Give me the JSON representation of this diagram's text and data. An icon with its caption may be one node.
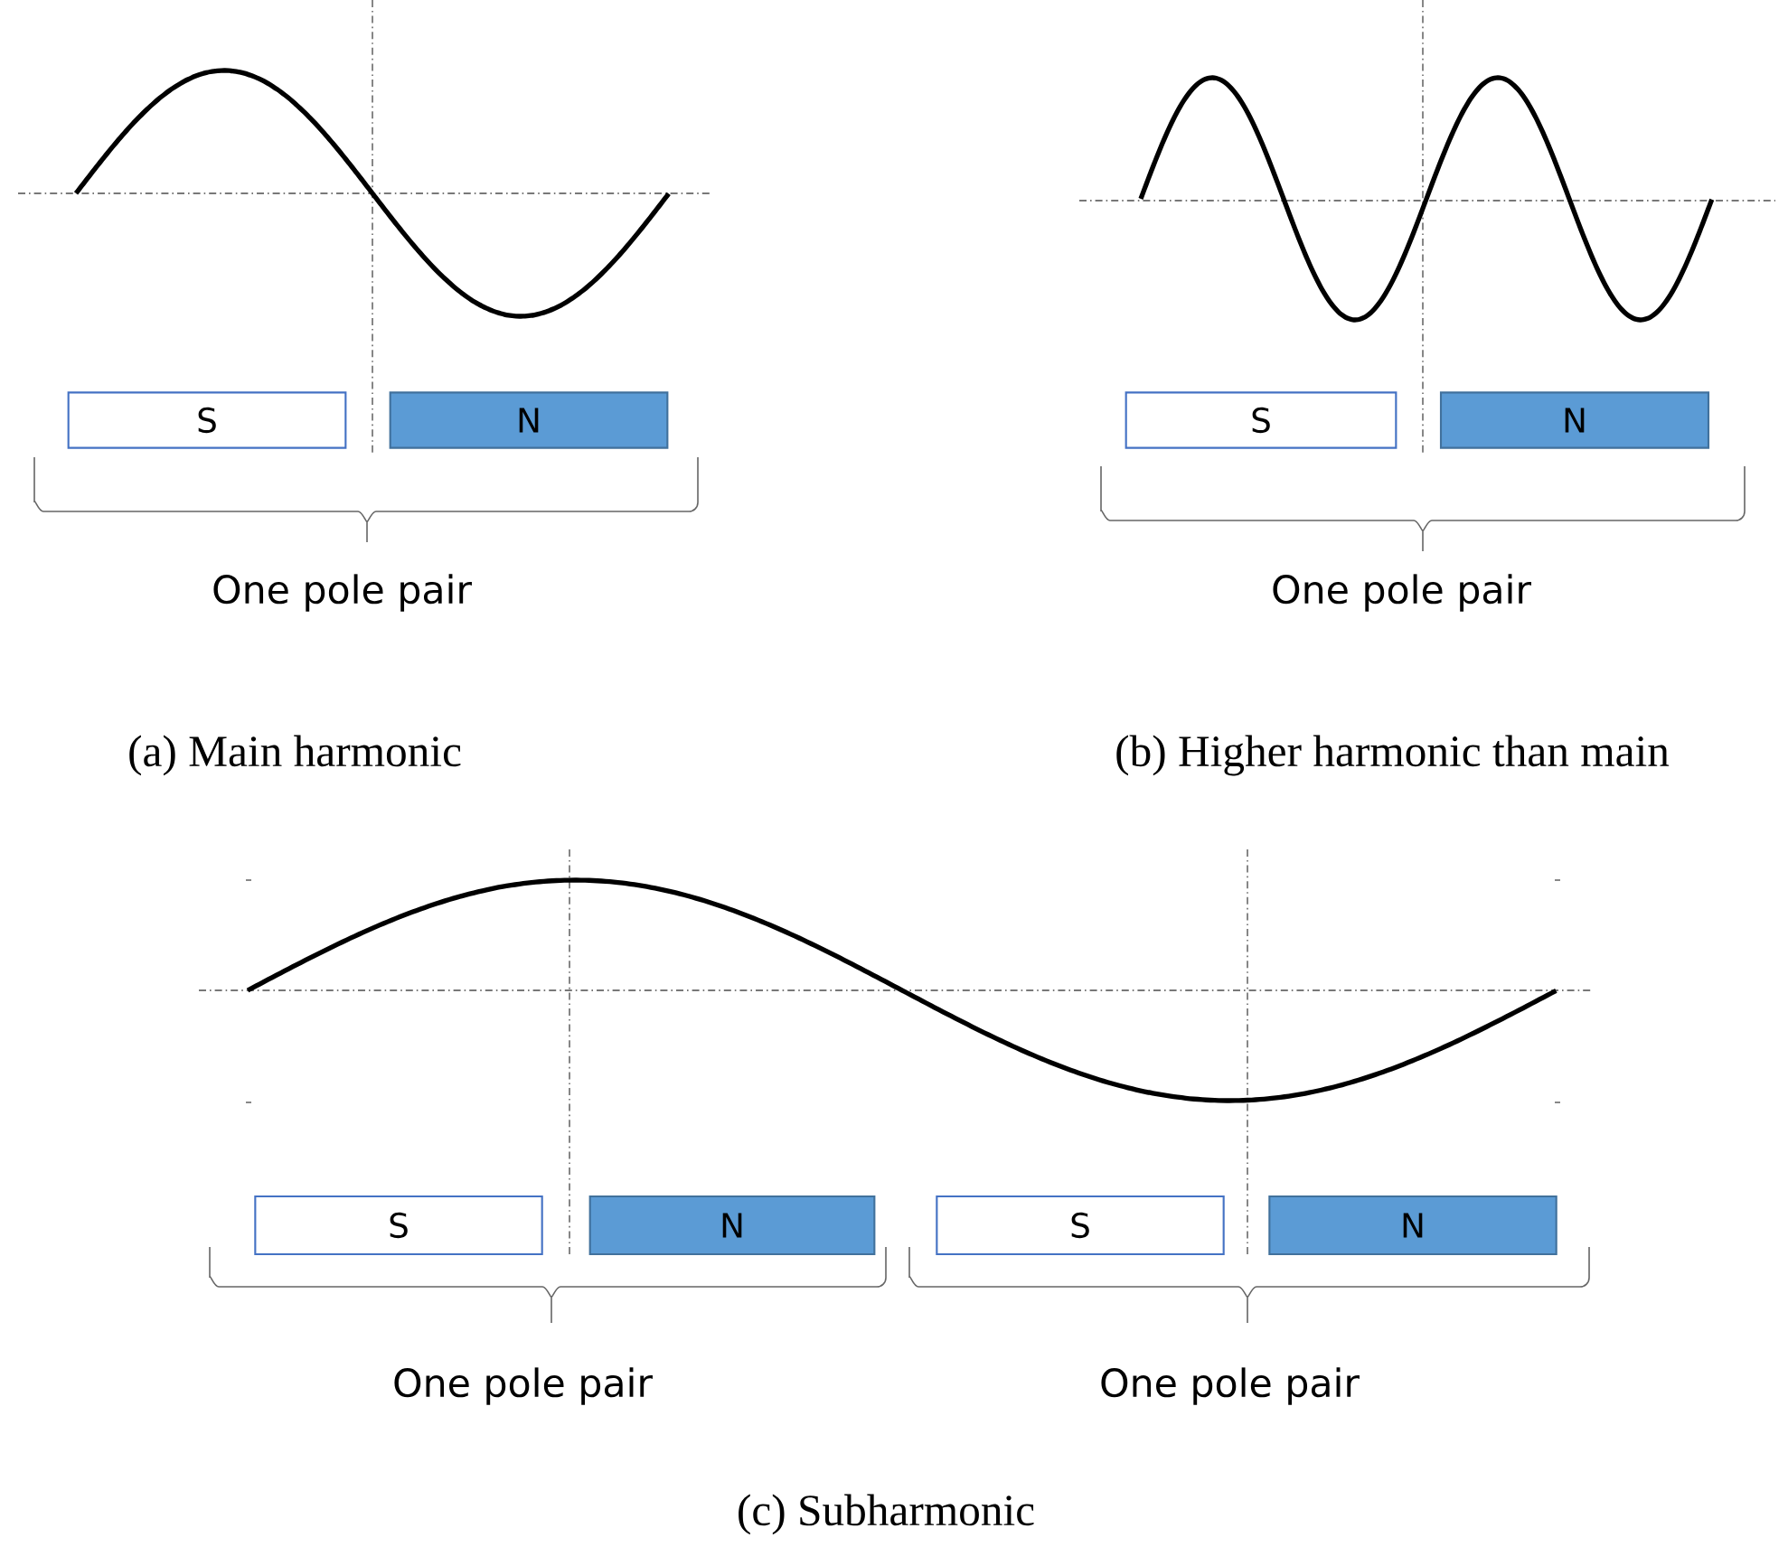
{
  "diagram": {
    "nodes": [
      {
        "text": [
          "S"
        ]
      },
      {
        "text": [
          "N"
        ]
      },
      {
        "text": [
          "S"
        ]
      },
      {
        "text": [
          "N"
        ]
      },
      {
        "text": [
          "S"
        ]
      },
      {
        "text": [
          "N"
        ]
      },
      {
        "text": [
          "S"
        ]
      },
      {
        "text": [
          "N"
        ]
      }
    ],
    "labels": [
      "One pole pair",
      "One pole pair",
      "(a) Main harmonic",
      "(b) Higher harmonic than main",
      "One pole pair",
      "One pole pair",
      "(c) Subharmonic"
    ]
  }
}
